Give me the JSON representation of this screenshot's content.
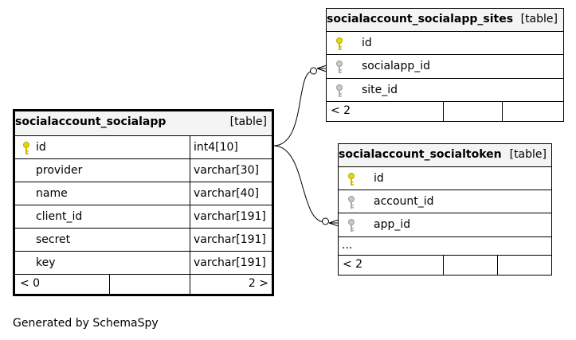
{
  "tables": {
    "socialapp": {
      "name": "socialaccount_socialapp",
      "tag": "[table]",
      "columns": [
        {
          "name": "id",
          "type": "int4[10]"
        },
        {
          "name": "provider",
          "type": "varchar[30]"
        },
        {
          "name": "name",
          "type": "varchar[40]"
        },
        {
          "name": "client_id",
          "type": "varchar[191]"
        },
        {
          "name": "secret",
          "type": "varchar[191]"
        },
        {
          "name": "key",
          "type": "varchar[191]"
        }
      ],
      "footer_left": "< 0",
      "footer_right": "2 >"
    },
    "sites": {
      "name": "socialaccount_socialapp_sites",
      "tag": "[table]",
      "columns": [
        {
          "name": "id"
        },
        {
          "name": "socialapp_id"
        },
        {
          "name": "site_id"
        }
      ],
      "footer_left": "< 2"
    },
    "socialtoken": {
      "name": "socialaccount_socialtoken",
      "tag": "[table]",
      "columns": [
        {
          "name": "id"
        },
        {
          "name": "account_id"
        },
        {
          "name": "app_id"
        }
      ],
      "ellipsis": "...",
      "footer_left": "< 2"
    }
  },
  "caption": "Generated by SchemaSpy",
  "colors": {
    "primary_key": "#e6d800",
    "foreign_key": "#b0b0b0",
    "header_bg": "#f4f4f4",
    "border": "#000000"
  }
}
